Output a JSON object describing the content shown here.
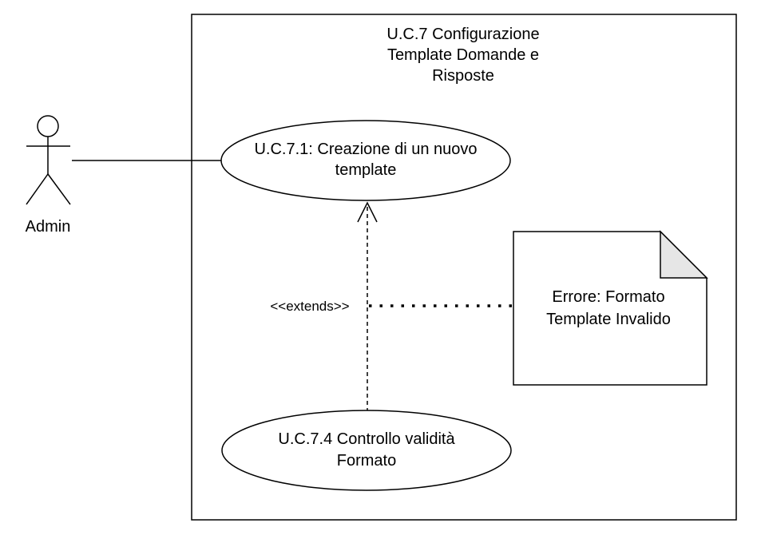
{
  "system": {
    "title_lines": [
      "U.C.7 Configurazione",
      "Template Domande e",
      "Risposte"
    ]
  },
  "actor": {
    "name": "Admin"
  },
  "use_cases": [
    {
      "lines": [
        "U.C.7.1: Creazione di un nuovo",
        "template"
      ]
    },
    {
      "lines": [
        "U.C.7.4 Controllo validità",
        "Formato"
      ]
    }
  ],
  "relationship": {
    "stereotype": "<<extends>>"
  },
  "note": {
    "lines": [
      "Errore: Formato",
      "Template Invalido"
    ]
  },
  "colors": {
    "stroke": "#000000",
    "background": "#ffffff",
    "note_fold": "#e6e6e6"
  }
}
